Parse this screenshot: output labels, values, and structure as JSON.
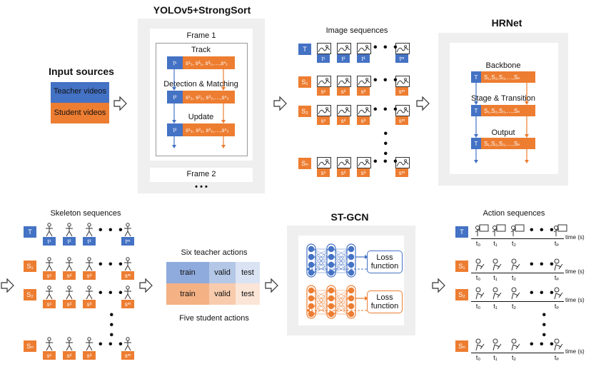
{
  "input_sources": {
    "title": "Input sources",
    "teacher": "Teacher videos",
    "student": "Student videos"
  },
  "yolo": {
    "title": "YOLOv5+StrongSort",
    "frame1": "Frame 1",
    "track": "Track",
    "detect": "Detection & Matching",
    "update": "Update",
    "frame2": "Frame 2",
    "ellipsis": "• • •",
    "t1": "t¹",
    "t2": "t²",
    "seq1": "s¹₁, s²₁, s³₁,…,sⁿ₁",
    "seq2": "s¹₂, s²₂, s³₂,…,sⁿ₂"
  },
  "image_sequences": {
    "title": "Image sequences",
    "rows": [
      "T",
      "S₁",
      "S₂",
      "Sₙ"
    ],
    "teacher_tags": [
      "t¹",
      "t²",
      "t³",
      "tᵐ"
    ],
    "student_tags": [
      "s¹",
      "s²",
      "s³",
      "sᵐ"
    ],
    "dots": "• • •"
  },
  "hrnet": {
    "title": "HRNet",
    "backbone": "Backbone",
    "stage": "Stage & Transition",
    "output": "Output",
    "t": "T",
    "seq": "S₁,S₂,S₃,…,Sₙ"
  },
  "skeleton": {
    "title": "Skeleton sequences",
    "rows": [
      "T",
      "S₁",
      "S₂",
      "Sₙ"
    ],
    "teacher_tags": [
      "t¹",
      "t²",
      "t³",
      "tᵐ"
    ],
    "student_tags": [
      "s¹",
      "s²",
      "s³",
      "sᵐ"
    ],
    "dots": "• • •"
  },
  "actions": {
    "teacher_title": "Six teacher actions",
    "student_title": "Five student actions",
    "train": "train",
    "valid": "valid",
    "test": "test"
  },
  "stgcn": {
    "title": "ST-GCN",
    "loss1": "Loss function",
    "loss2": "Loss function"
  },
  "action_sequences": {
    "title": "Action sequences",
    "rows": [
      "T",
      "S₁",
      "S₂",
      "Sₙ"
    ],
    "time_label": "time (s)",
    "ticks": [
      "t₀",
      "t₁",
      "t₂",
      "tₚ"
    ],
    "dots": "• • •"
  },
  "colors": {
    "blue": "#4472c4",
    "orange": "#ed7d31",
    "panel": "#efefef"
  }
}
